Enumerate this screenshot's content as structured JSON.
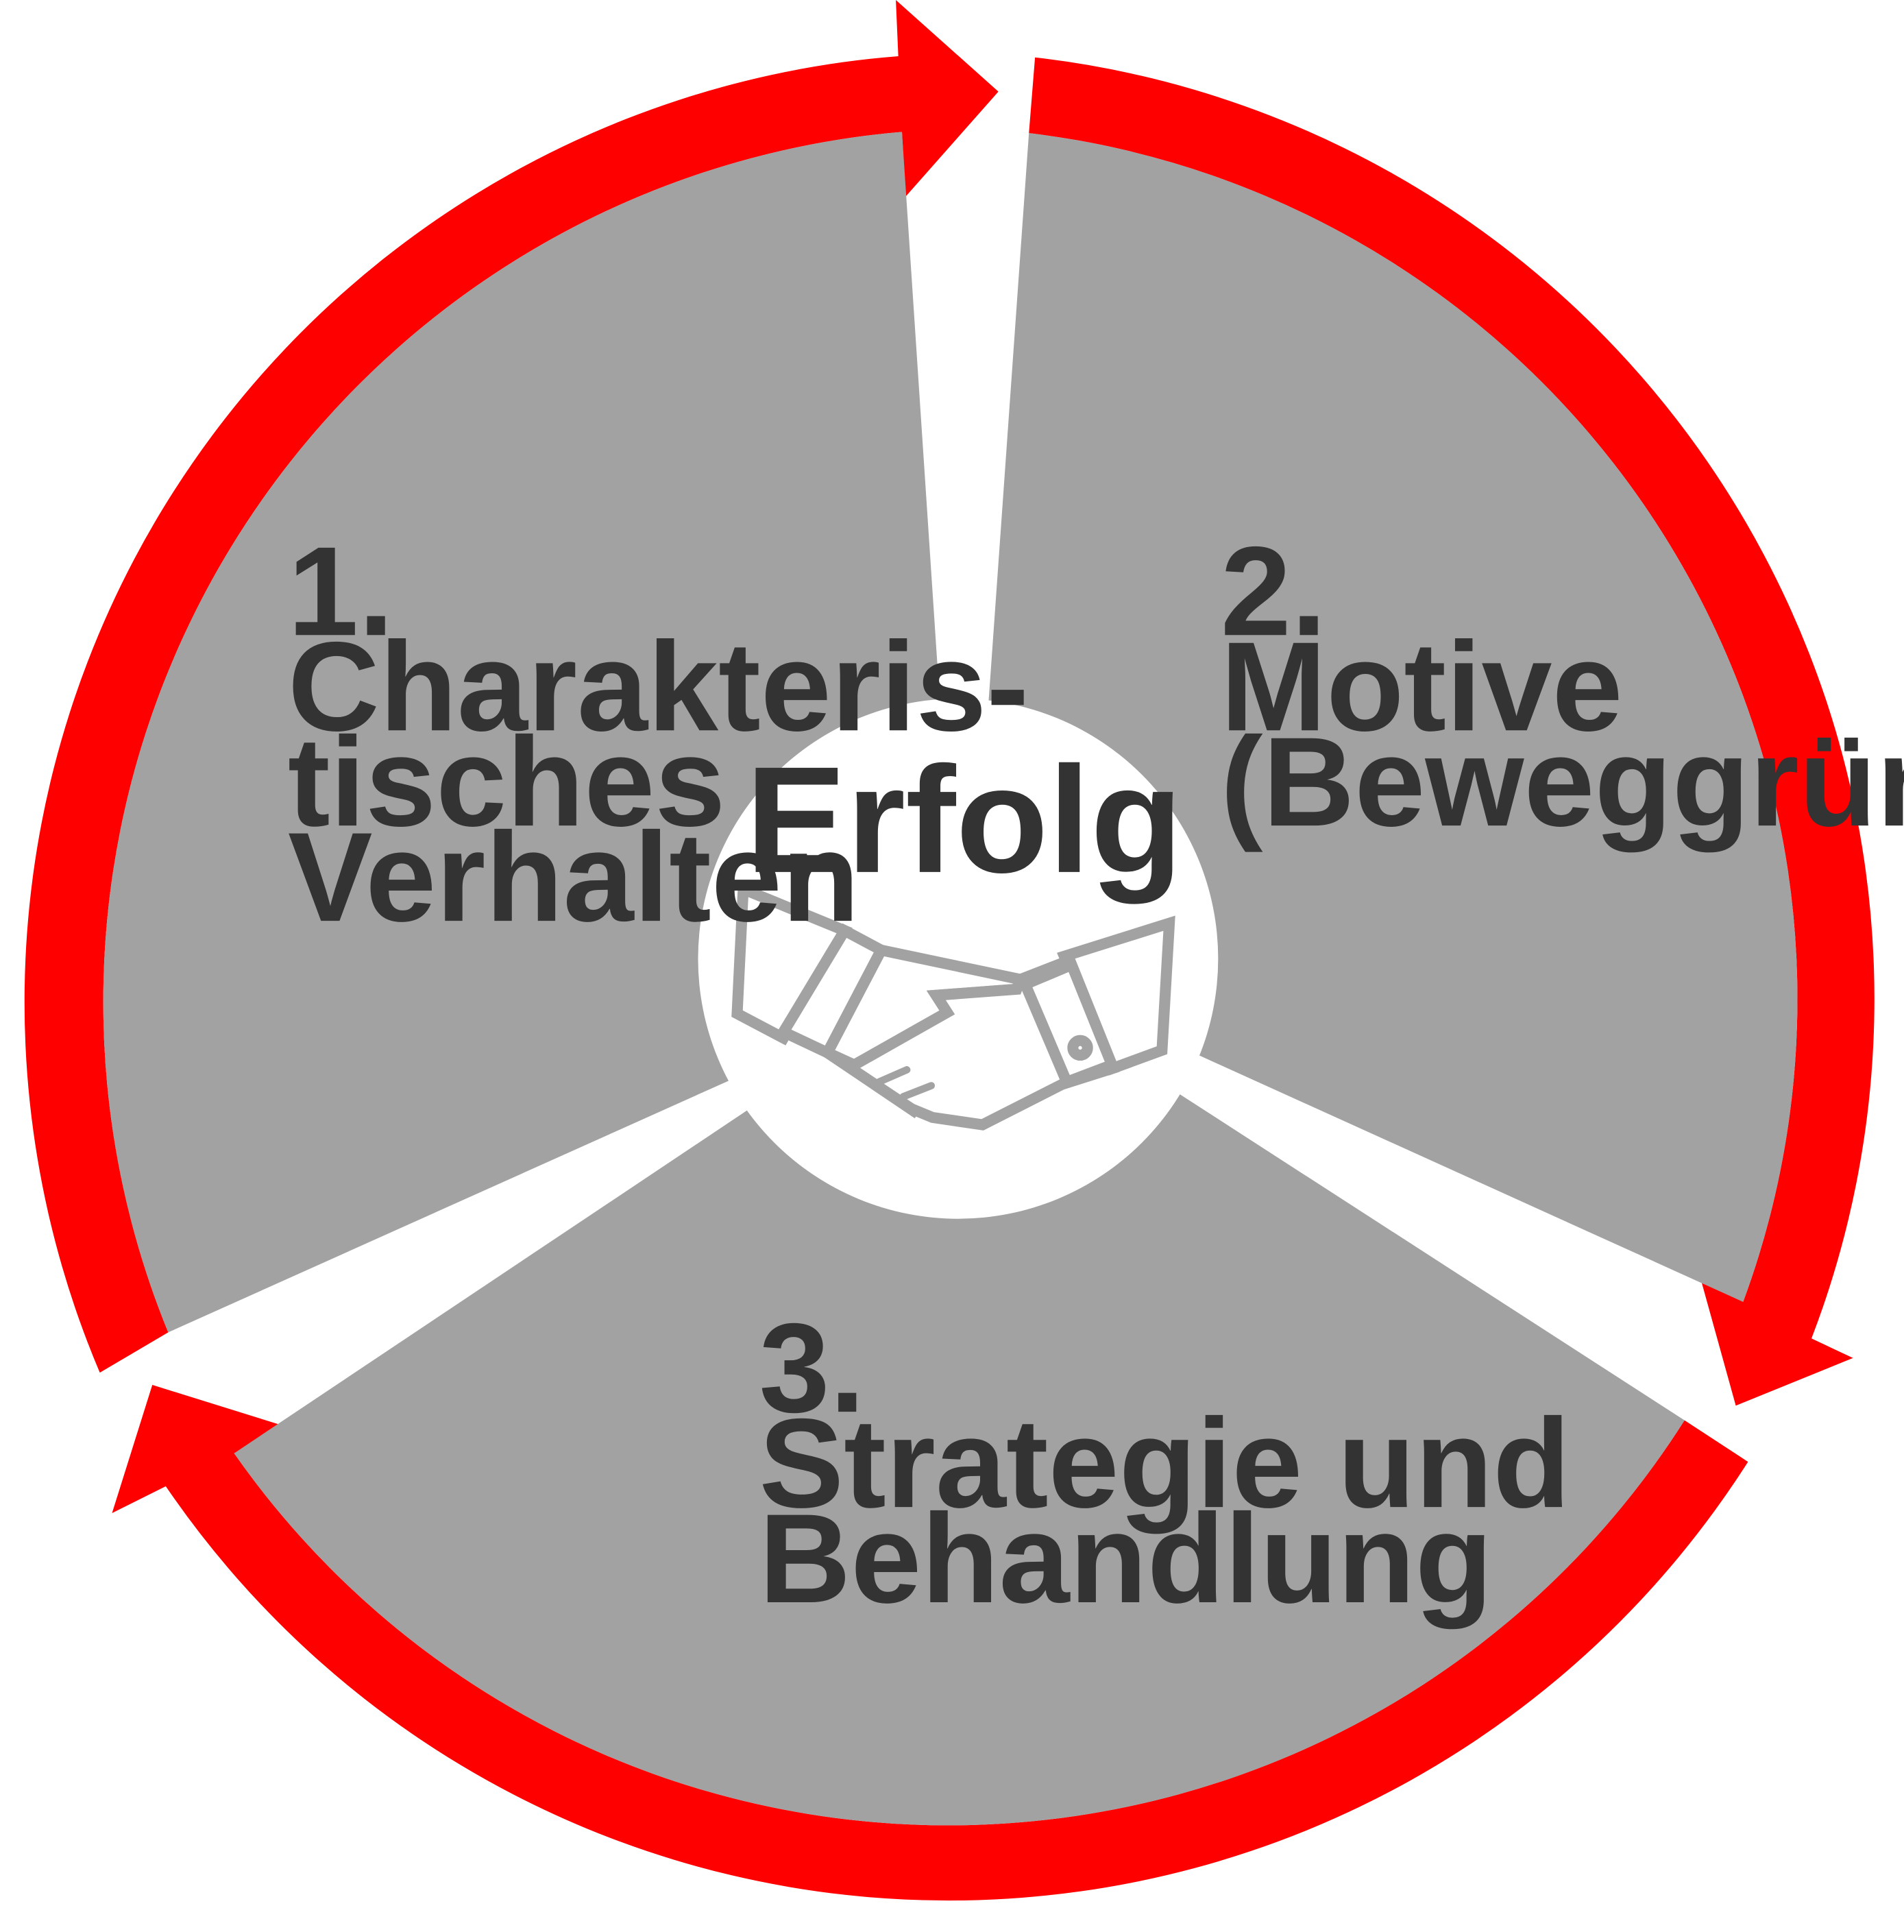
{
  "diagram": {
    "center_label": "Erfolg",
    "center_icon": "handshake-icon",
    "accent_color": "#ff0000",
    "segment_color": "#a2a2a2",
    "text_color": "#333333",
    "steps": [
      {
        "number": "1.",
        "lines": [
          "Charakteris-",
          "tisches",
          "Verhalten"
        ]
      },
      {
        "number": "2.",
        "lines": [
          "Motive",
          "(Beweggründe)"
        ]
      },
      {
        "number": "3.",
        "lines": [
          "Strategie und",
          "Behandlung"
        ]
      }
    ]
  }
}
